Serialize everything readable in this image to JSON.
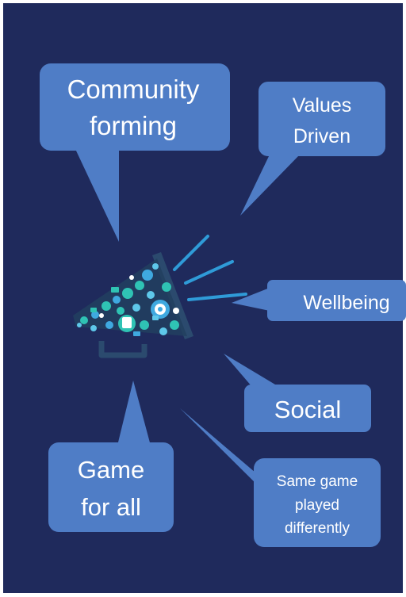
{
  "colors": {
    "background": "#1f2a5c",
    "callout": "#4f7dc6",
    "callout_edge": "#3f6ab0",
    "text": "#ffffff",
    "megaphone_rays": "#2f9bd8",
    "megaphone_body": "#2b4a6e",
    "megaphone_icons": "#2fc3b4"
  },
  "megaphone": {
    "icon": "megaphone-icon"
  },
  "callouts": {
    "community": {
      "line1": "Community",
      "line2": "forming"
    },
    "values": {
      "line1": "Values",
      "line2": "Driven"
    },
    "wellbeing": {
      "label": "Wellbeing"
    },
    "social": {
      "label": "Social"
    },
    "game": {
      "line1": "Game",
      "line2": "for all"
    },
    "same": {
      "line1": "Same game",
      "line2": "played",
      "line3": "differently"
    }
  }
}
